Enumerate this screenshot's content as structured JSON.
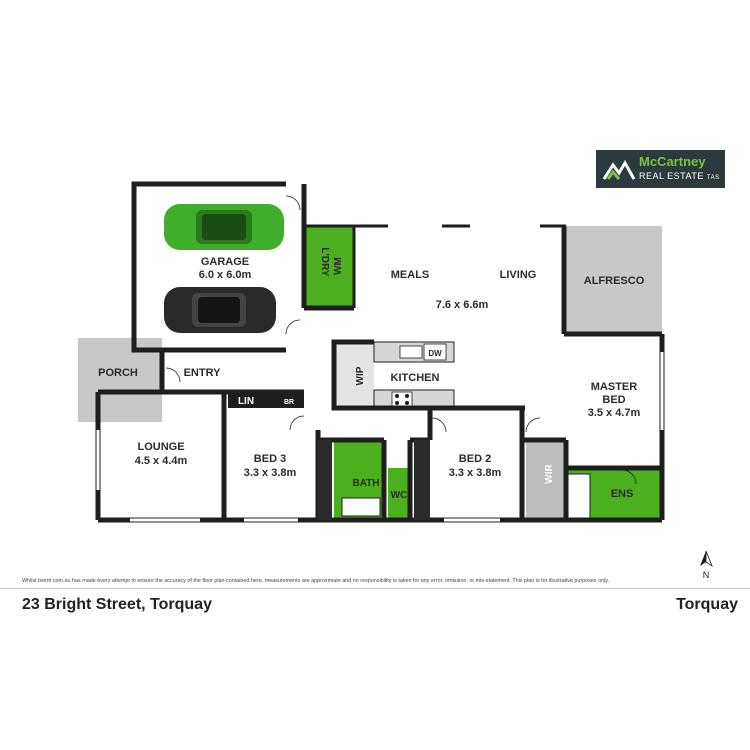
{
  "brand": {
    "name": "McCartney",
    "subtitle": "REAL ESTATE",
    "tag": "TAS",
    "colors": {
      "green": "#7cc242",
      "dark": "#2d3a3d"
    }
  },
  "rooms": {
    "garage": {
      "name": "GARAGE",
      "size": "6.0 x 6.0m"
    },
    "laundry": {
      "name": "L'DRY",
      "fixture": "WM"
    },
    "meals": {
      "name": "MEALS"
    },
    "living": {
      "name": "LIVING",
      "size": "7.6 x 6.6m"
    },
    "alfresco": {
      "name": "ALFRESCO"
    },
    "porch": {
      "name": "PORCH"
    },
    "entry": {
      "name": "ENTRY"
    },
    "kitchen": {
      "name": "KITCHEN",
      "wip": "WIP",
      "dw": "DW"
    },
    "lin": {
      "name": "LIN",
      "br": "BR"
    },
    "lounge": {
      "name": "LOUNGE",
      "size": "4.5 x 4.4m"
    },
    "bed3": {
      "name": "BED 3",
      "size": "3.3 x 3.8m"
    },
    "bath": {
      "name": "BATH"
    },
    "wc": {
      "name": "WC"
    },
    "bed2": {
      "name": "BED 2",
      "size": "3.3 x 3.8m"
    },
    "master": {
      "name_line1": "MASTER",
      "name_line2": "BED",
      "size": "3.5 x 4.7m"
    },
    "wir": {
      "name": "WIR"
    },
    "ens": {
      "name": "ENS"
    }
  },
  "compass": {
    "label": "N"
  },
  "disclaimer": "Whilst bwrm.com.au has made every attempt to ensure the accuracy of the floor plan contained here, measurements are approximate and no responsibility is taken for any error, omission, or mis-statement. This plan is for illustrative purposes only.",
  "address": "23 Bright Street, Torquay",
  "suburb": "Torquay",
  "colors": {
    "wall": "#1e1e1e",
    "wet_area": "#4caf1e",
    "outdoor": "#c8c8c8",
    "robe": "#bdbdbd",
    "car_green": "#3fae2a",
    "car_dark": "#2a2a2a"
  }
}
